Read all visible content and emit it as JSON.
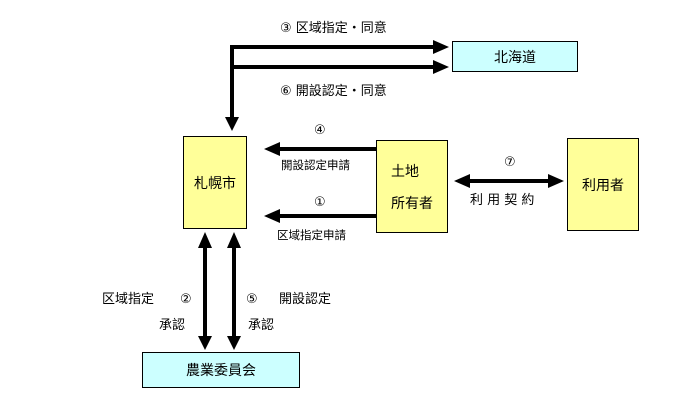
{
  "nodes": {
    "sapporo": "札幌市",
    "hokkaido": "北海道",
    "owner_line1": "土地",
    "owner_line2": "所有者",
    "user": "利用者",
    "committee": "農業委員会"
  },
  "labels": {
    "step3": "③ 区域指定・同意",
    "step6": "⑥ 開設認定・同意",
    "step4_num": "④",
    "step4_text": "開設認定申請",
    "step1_num": "①",
    "step1_text": "区域指定申請",
    "step7_num": "⑦",
    "step7_text": "利 用 契 約",
    "step2_text": "区域指定",
    "step2_num": "②",
    "step2_sub": "承認",
    "step5_num": "⑤",
    "step5_text": "開設認定",
    "step5_sub": "承認"
  },
  "colors": {
    "node_fill": "#ffff99",
    "external_fill": "#ccffff",
    "arrow": "#000000"
  }
}
